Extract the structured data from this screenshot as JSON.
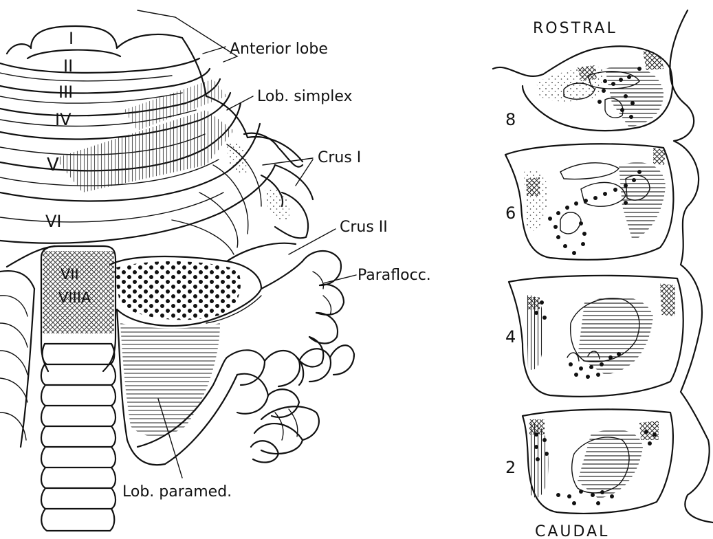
{
  "left_figure": {
    "labels": {
      "anterior_lobe": "Anterior lobe",
      "lob_simplex": "Lob. simplex",
      "crus_1": "Crus I",
      "crus_2": "Crus II",
      "paraflocc": "Paraflocc.",
      "lob_paramed": "Lob. paramed."
    },
    "lobules": [
      "I",
      "II",
      "III",
      "IV",
      "V",
      "VI",
      "VII",
      "VIIIA"
    ]
  },
  "right_figure": {
    "rostral_label": "ROSTRAL",
    "caudal_label": "CAUDAL",
    "section_numbers": [
      "8",
      "6",
      "4",
      "2"
    ]
  }
}
